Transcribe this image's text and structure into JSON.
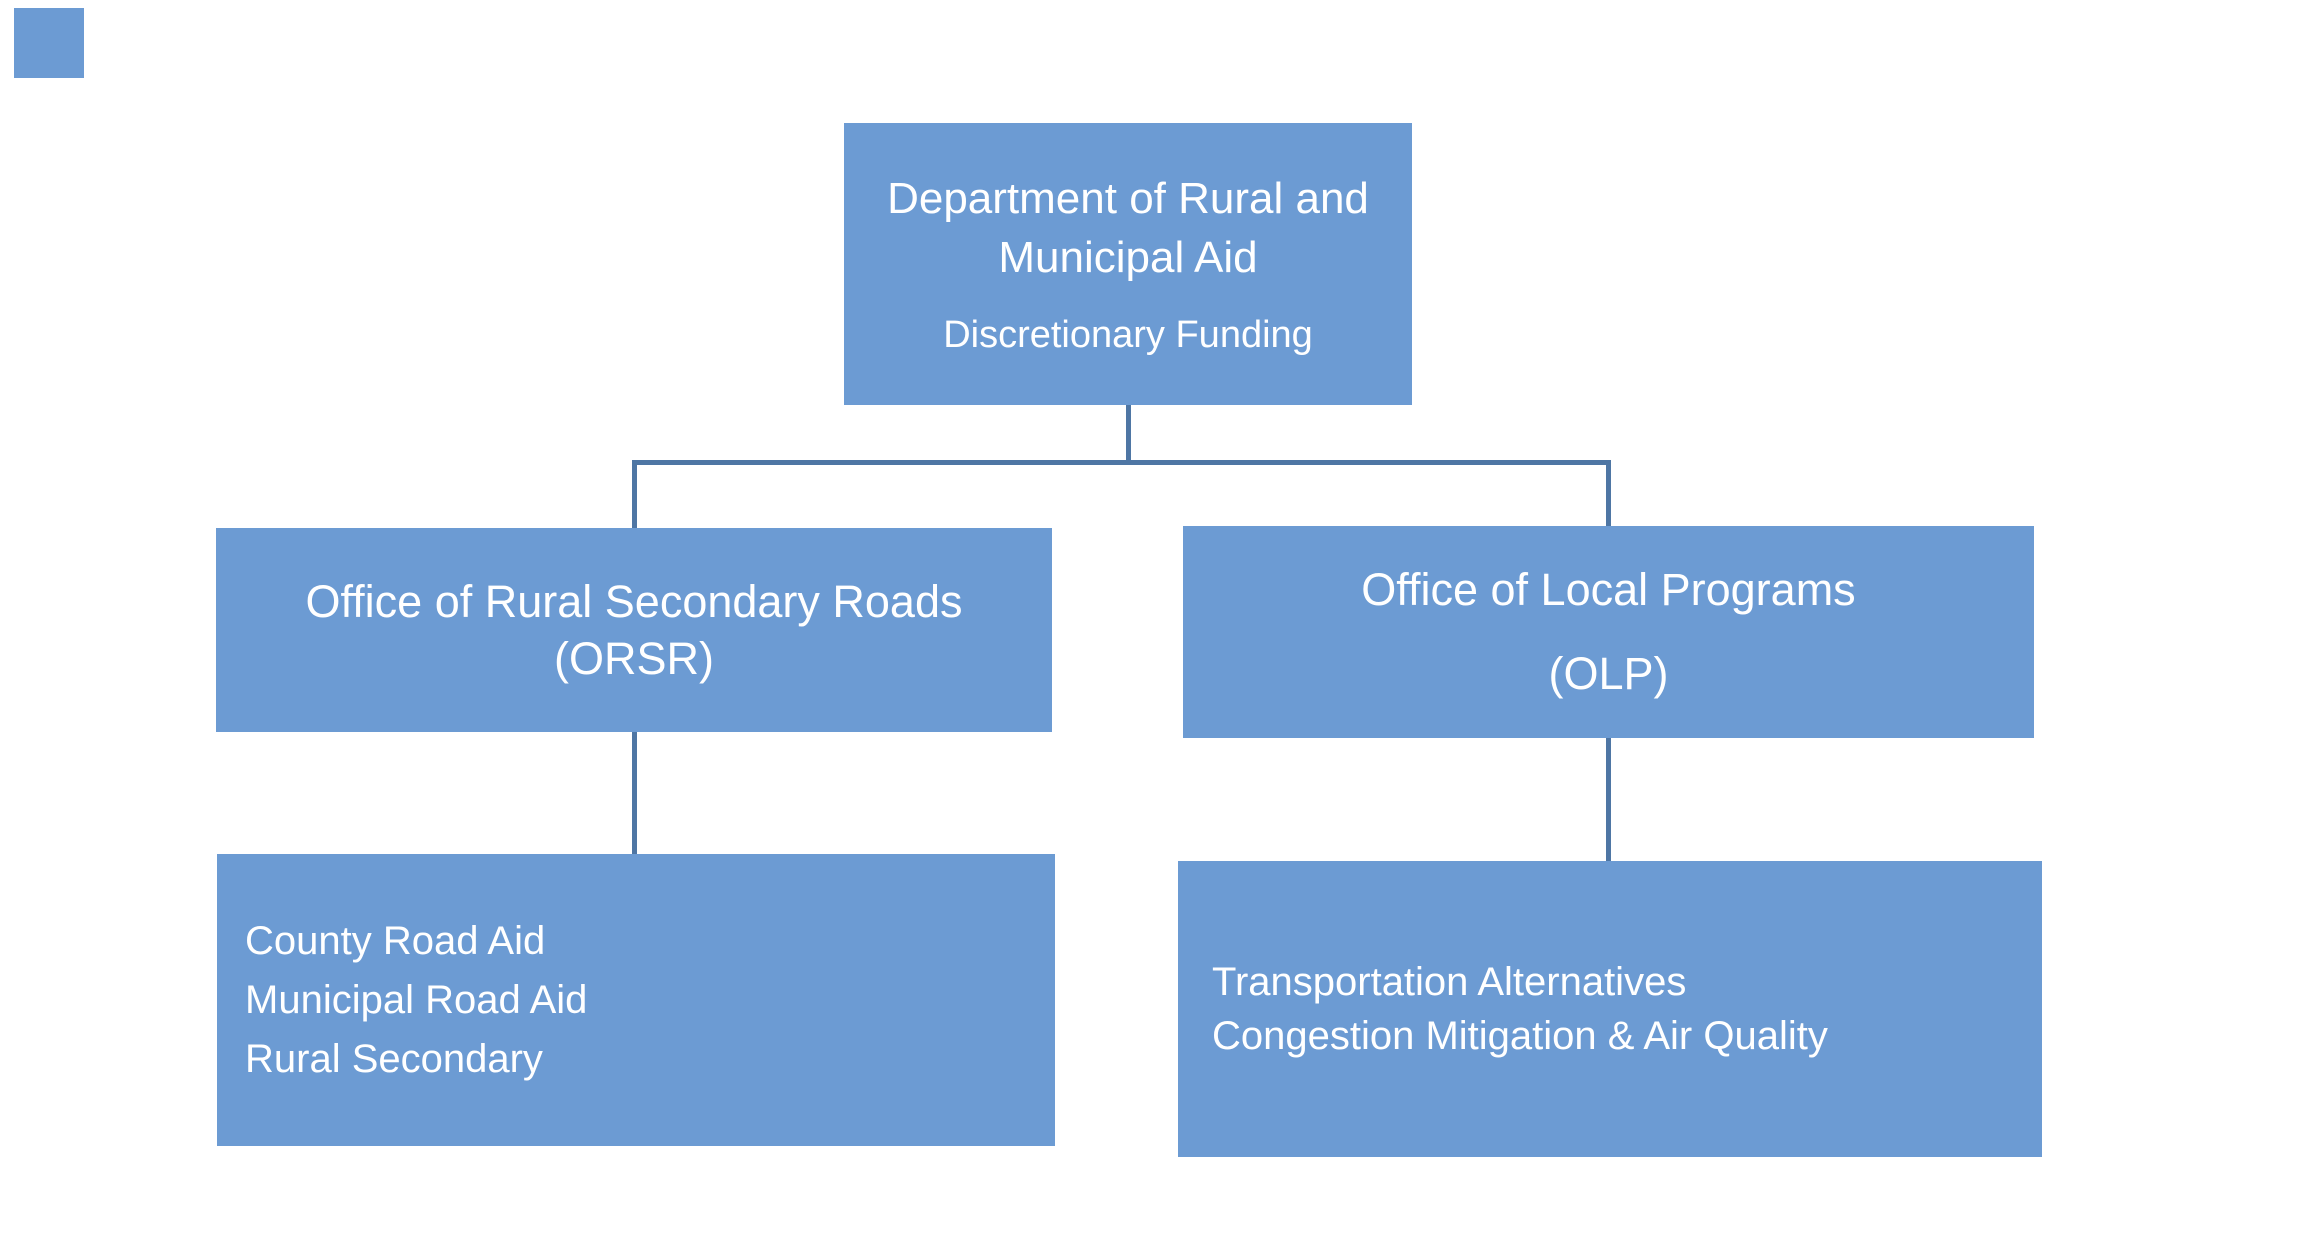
{
  "page": {
    "background": "#FFFFFF"
  },
  "colors": {
    "box_fill": "#6C9BD3",
    "connector_line": "#4E76A4",
    "text": "#FFFFFF"
  },
  "diagram": {
    "type": "org-chart",
    "root": {
      "title_lines": [
        "Department of Rural and",
        "Municipal Aid"
      ],
      "subtitle": "Discretionary Funding"
    },
    "orsr": {
      "title_lines": [
        "Office of Rural Secondary Roads",
        "(ORSR)"
      ]
    },
    "olp": {
      "title": "Office of Local Programs",
      "abbreviation": "(OLP)"
    },
    "orsr_programs": [
      "County Road Aid",
      "Municipal Road Aid",
      "Rural Secondary"
    ],
    "olp_programs": [
      "Transportation Alternatives",
      "Congestion Mitigation & Air Quality"
    ]
  }
}
